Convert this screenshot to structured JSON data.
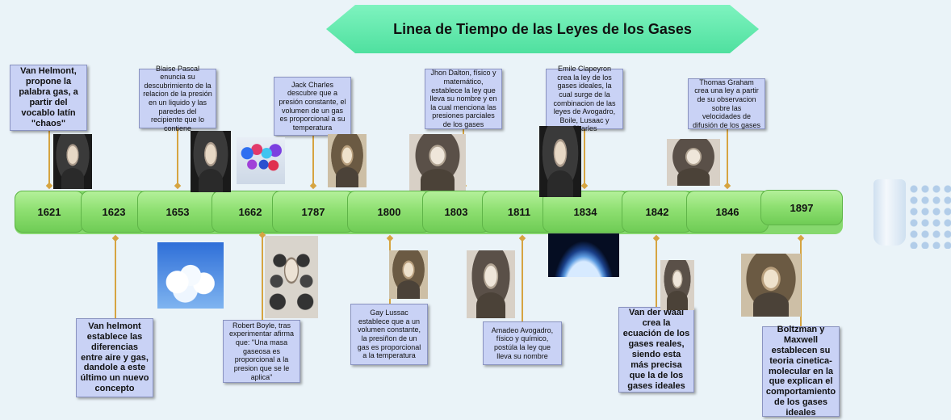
{
  "title": "Linea de Tiempo de las Leyes de los Gases",
  "years": [
    "1621",
    "1623",
    "1653",
    "1662",
    "1787",
    "1800",
    "1803",
    "1811",
    "1834",
    "1842",
    "1846",
    "1897"
  ],
  "events": {
    "helmont_1621": "Van Helmont, propone la palabra gas, a partir del vocablo latín \"chaos\"",
    "helmont_1623": "Van helmont establece las diferencias entre aire y gas, dandole a este último un nuevo concepto",
    "pascal_1653": "Blaise Pascal enuncia su descubrimiento de la relacion de la presión en un liquido y las paredes del recipiente que lo contiene",
    "boyle_1662": "Robert Boyle, tras experimentar afirma que: \"Una masa gaseosa es proporcional a la presion que se le aplica\"",
    "charles_1787": "Jack Charles descubre que a presión constante, el volumen de un gas es proporcional a su temperatura",
    "gaylussac_1800": "Gay Lussac establece que a un volumen constante, la presiñon de un gas es proporcional a la temperatura",
    "dalton_1803": "Jhon Dalton, físico y matemático, establece la ley que lleva su nombre y en la cual menciona las presiones parciales de los gases",
    "avogadro_1811": "Amadeo Avogadro, físico y químico, postúla la ley que lleva su nombre",
    "clapeyron_1834": "Emile Clapeyron crea la ley de los gases ideales, la cual surge de la combinacion de las leyes de Avogadro, Boile, Lusaac y Charles",
    "vanderwaal_1842": "Van der Waal crea la ecuación de los gases reales, siendo esta más precisa que la de los gases ideales",
    "graham_1846": "Thomas Graham crea una ley a partir de su observacion sobre las velocidades de difusión de los gases",
    "boltzmann_1897": "Boltzman y Maxwell establecen su teoria cinetica-molecular en la que explican el comportamiento de los gases ideales"
  },
  "colors": {
    "banner": "#5ee8a8",
    "timeline": "#8fe072",
    "note_fill": "#c9d2f5",
    "connector": "#d6a441"
  }
}
